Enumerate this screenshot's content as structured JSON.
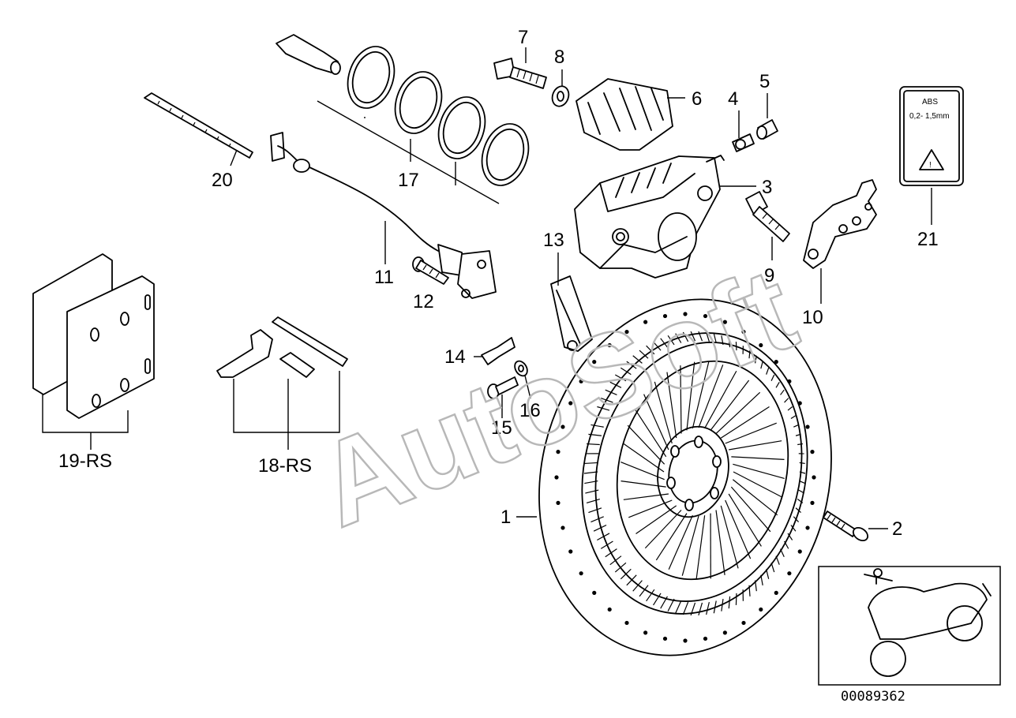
{
  "callouts": {
    "c1": "1",
    "c2": "2",
    "c3": "3",
    "c4": "4",
    "c5": "5",
    "c6": "6",
    "c7": "7",
    "c8": "8",
    "c9": "9",
    "c10": "10",
    "c11": "11",
    "c12": "12",
    "c13": "13",
    "c14": "14",
    "c15": "15",
    "c16": "16",
    "c17": "17",
    "c18": "18-RS",
    "c19": "19-RS",
    "c20": "20",
    "c21": "21"
  },
  "watermark": "AutoSoft",
  "label_sticker": {
    "brand": "ABS",
    "gap": "0,2- 1,5mm"
  },
  "reference_number": "00089362"
}
